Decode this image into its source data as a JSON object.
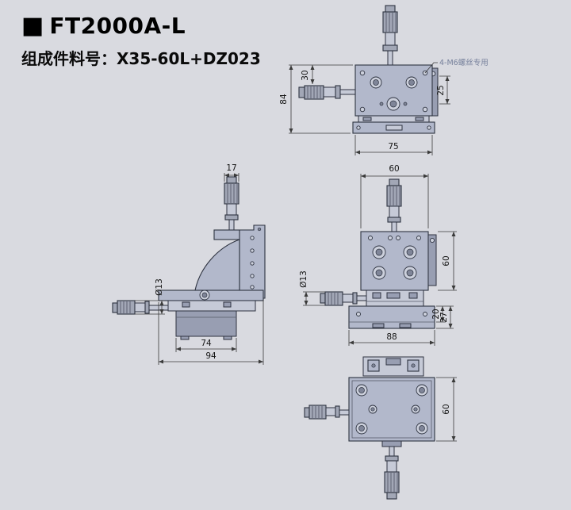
{
  "header": {
    "bullet": "■",
    "title": "FT2000A-L",
    "subtitle": "组成件料号：X35-60L+DZ023"
  },
  "colors": {
    "background": "#d9dae0",
    "part": "#b2b8cb",
    "part_light": "#c6cad7",
    "part_dark": "#989eb2",
    "knob": "#a2a7b6",
    "outline": "#2e3340",
    "dimension_line": "#3a3a3a",
    "annotation_text": "#76809b"
  },
  "views": {
    "front": {
      "dim_total_height": "84",
      "dim_top_height": "30",
      "dim_side": "25",
      "dim_width": "75",
      "annotation_m6": "4-M6螺丝专用"
    },
    "side": {
      "dim_block_width": "17",
      "dim_knob_dia": "Ø13",
      "dim_base_width": "74",
      "dim_total_width": "94"
    },
    "front_right": {
      "dim_top_width": "60",
      "dim_knob_dia": "Ø13",
      "dim_body_height": "60",
      "dim_base_width": "88",
      "dim_step_height": "20",
      "dim_base_height": "27"
    },
    "bottom": {
      "dim_plate_height": "60"
    }
  }
}
